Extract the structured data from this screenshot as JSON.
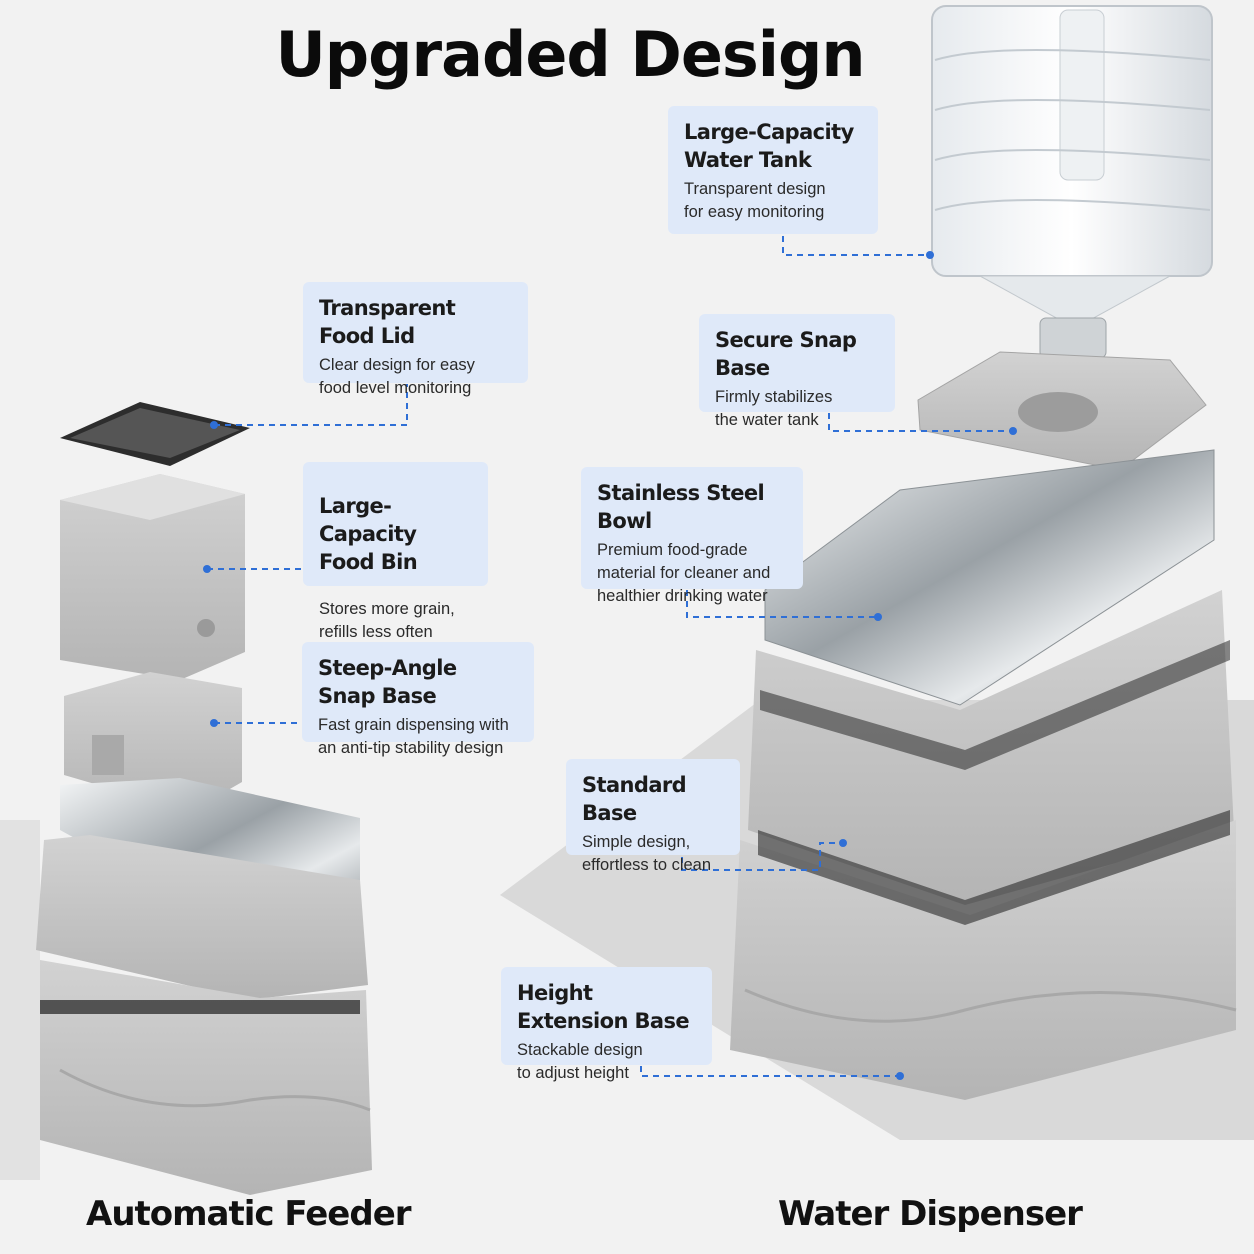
{
  "title": "Upgraded Design",
  "products": {
    "left_caption": "Automatic Feeder",
    "right_caption": "Water Dispenser"
  },
  "callouts": {
    "food_lid": {
      "title": "Transparent Food Lid",
      "desc": "Clear design for easy\nfood level monitoring"
    },
    "food_bin": {
      "title": "Large-Capacity\nFood Bin",
      "desc": "Stores more grain,\nrefills less often"
    },
    "snap_base_feeder": {
      "title": "Steep-Angle Snap Base",
      "desc": "Fast grain dispensing with\nan anti-tip stability design"
    },
    "water_tank": {
      "title": "Large-Capacity\nWater Tank",
      "desc": "Transparent design\nfor easy monitoring"
    },
    "snap_base_water": {
      "title": "Secure Snap Base",
      "desc": "Firmly stabilizes\nthe water tank"
    },
    "steel_bowl": {
      "title": "Stainless Steel Bowl",
      "desc": "Premium food-grade\nmaterial for cleaner and\nhealthier drinking water"
    },
    "standard_base": {
      "title": "Standard Base",
      "desc": "Simple design,\neffortless to clean"
    },
    "height_base": {
      "title": "Height Extension Base",
      "desc": "Stackable design\nto adjust height"
    }
  },
  "colors": {
    "background": "#f2f2f2",
    "callout_bg": "#dfe9f9",
    "accent_line": "#2f6fd6",
    "product_grey": "#bdbdbd",
    "steel": "#cfd3d6"
  }
}
